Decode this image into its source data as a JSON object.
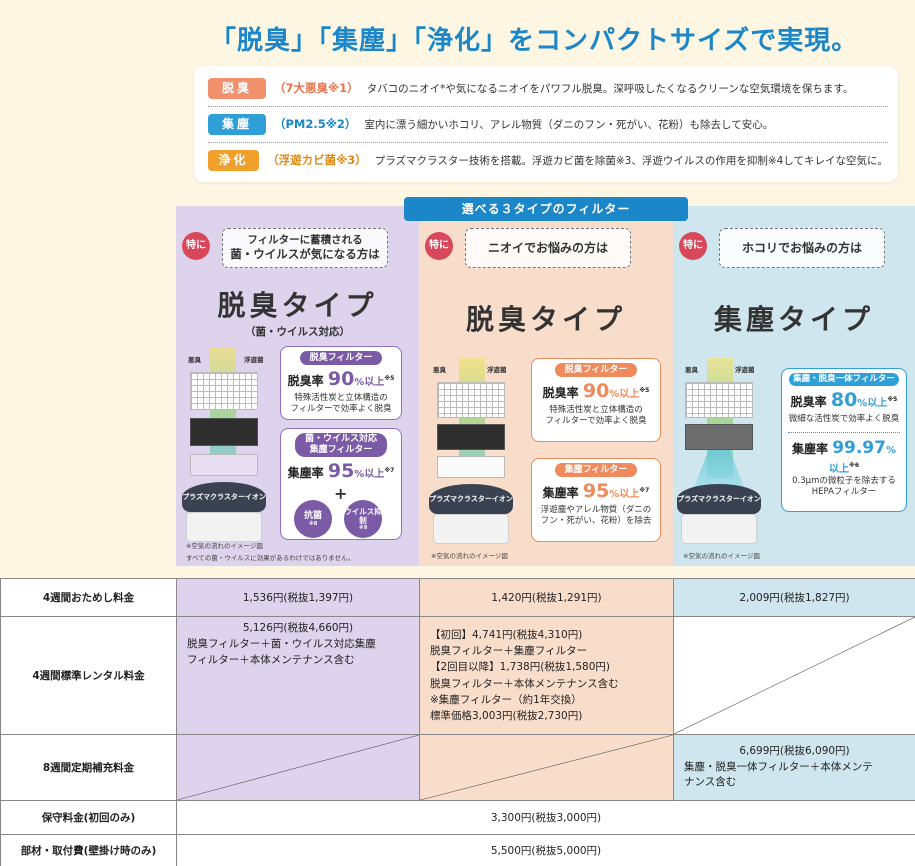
{
  "headline": "「脱臭」「集塵」「浄化」をコンパクトサイズで実現。",
  "benefits": [
    {
      "badge": "脱臭",
      "tag": "（7大悪臭※1）",
      "text": "タバコのニオイ*や気になるニオイをパワフル脱臭。深呼吸したくなるクリーンな空気環境を保ちます。",
      "color": "#f0916b",
      "tag_color": "#e8734a"
    },
    {
      "badge": "集塵",
      "tag": "（PM2.5※2）",
      "text": "室内に漂う細かいホコリ、アレル物質（ダニのフン・死がい、花粉）も除去して安心。",
      "color": "#2f9fd8",
      "tag_color": "#1b86c8"
    },
    {
      "badge": "浄化",
      "tag": "（浮遊カビ菌※3）",
      "text": "プラズマクラスター技術を搭載。浮遊カビ菌を除菌※3、浮遊ウイルスの作用を抑制※4してキレイな空気に。",
      "color": "#f0a02b",
      "tag_color": "#e08a1a"
    }
  ],
  "filter_banner": "選べる３タイプのフィルター",
  "types": [
    {
      "toku": "特に",
      "bubble_line1": "フィルターに蓄積される",
      "bubble_line2": "菌・ウイルスが気になる方は",
      "name": "脱臭タイプ",
      "sub": "（菌・ウイルス対応）",
      "label_a": "悪臭",
      "label_b": "浮遊菌",
      "box1": {
        "header": "脱臭フィルター",
        "rate_label": "脱臭率",
        "rate_value": "90",
        "rate_unit": "%以上",
        "sup": "※5",
        "desc1": "特殊活性炭と立体構造の",
        "desc2": "フィルターで効率よく脱臭"
      },
      "box2": {
        "header1": "菌・ウイルス対応",
        "header2": "集塵フィルター",
        "rate_label": "集塵率",
        "rate_value": "95",
        "rate_unit": "%以上",
        "sup": "※7"
      },
      "plus": "+",
      "badge1": "抗菌",
      "badge1_note": "※8",
      "badge2": "ウイルス抑制",
      "badge2_note": "※9",
      "head_text": "プラズマクラスターイオン",
      "note1": "※空気の流れのイメージ図",
      "note2": "すべての菌・ウイルスに効果があるわけではありません。"
    },
    {
      "toku": "特に",
      "bubble_line1": "ニオイでお悩みの方は",
      "name": "脱臭タイプ",
      "label_a": "悪臭",
      "label_b": "浮遊菌",
      "box1": {
        "header": "脱臭フィルター",
        "rate_label": "脱臭率",
        "rate_value": "90",
        "rate_unit": "%以上",
        "sup": "※5",
        "desc1": "特殊活性炭と立体構造の",
        "desc2": "フィルターで効率よく脱臭"
      },
      "box2": {
        "header": "集塵フィルター",
        "rate_label": "集塵率",
        "rate_value": "95",
        "rate_unit": "%以上",
        "sup": "※7",
        "desc1": "浮遊塵やアレル物質（ダニの",
        "desc2": "フン・死がい、花粉）を除去"
      },
      "head_text": "プラズマクラスターイオン",
      "note1": "※空気の流れのイメージ図"
    },
    {
      "toku": "特に",
      "bubble_line1": "ホコリでお悩みの方は",
      "name": "集塵タイプ",
      "label_a": "悪臭",
      "label_b": "浮遊菌",
      "box1": {
        "header": "集塵・脱臭一体フィルター",
        "rate_label": "脱臭率",
        "rate_value": "80",
        "rate_unit": "%以上",
        "sup": "※5",
        "desc1": "微細な活性炭で効率よく脱臭",
        "rate2_label": "集塵率",
        "rate2_value": "99.97",
        "rate2_unit": "%以上",
        "sup2": "※6",
        "desc2": "0.3μmの微粒子を除去する",
        "desc3": "HEPAフィルター"
      },
      "head_text": "プラズマクラスターイオン",
      "note1": "※空気の流れのイメージ図"
    }
  ],
  "table": {
    "rows": [
      {
        "label": "4週間おためし料金",
        "c1": "1,536円(税抜1,397円)",
        "c2": "1,420円(税抜1,291円)",
        "c3": "2,009円(税抜1,827円)"
      },
      {
        "label": "4週間標準レンタル料金",
        "c1_line1": "5,126円(税抜4,660円)",
        "c1_line2": "脱臭フィルター＋菌・ウイルス対応集塵",
        "c1_line3": "フィルター＋本体メンテナンス含む",
        "c2_line1": "【初回】4,741円(税抜4,310円)",
        "c2_line2": "脱臭フィルター＋集塵フィルター",
        "c2_line3": "【2回目以降】1,738円(税抜1,580円)",
        "c2_line4": "脱臭フィルター＋本体メンテナンス含む",
        "c2_line5": "※集塵フィルター（約1年交換）",
        "c2_line6": "標準価格3,003円(税抜2,730円)"
      },
      {
        "label": "8週間定期補充料金",
        "c3_line1": "6,699円(税抜6,090円)",
        "c3_line2": "集塵・脱臭一体フィルター＋本体メンテ",
        "c3_line3": "ナンス含む"
      },
      {
        "label": "保守料金(初回のみ)",
        "value": "3,300円(税抜3,000円)"
      },
      {
        "label": "部材・取付費(壁掛け時のみ)",
        "value": "5,500円(税抜5,000円)"
      }
    ]
  },
  "colors": {
    "purple": "#ddd3ec",
    "peach": "#f9ddcb",
    "blue": "#cfe6ef",
    "brand": "#1b86c8",
    "accent_purple": "#7b5aa6",
    "accent_orange": "#e8734a",
    "accent_blue": "#2f9fd8"
  }
}
